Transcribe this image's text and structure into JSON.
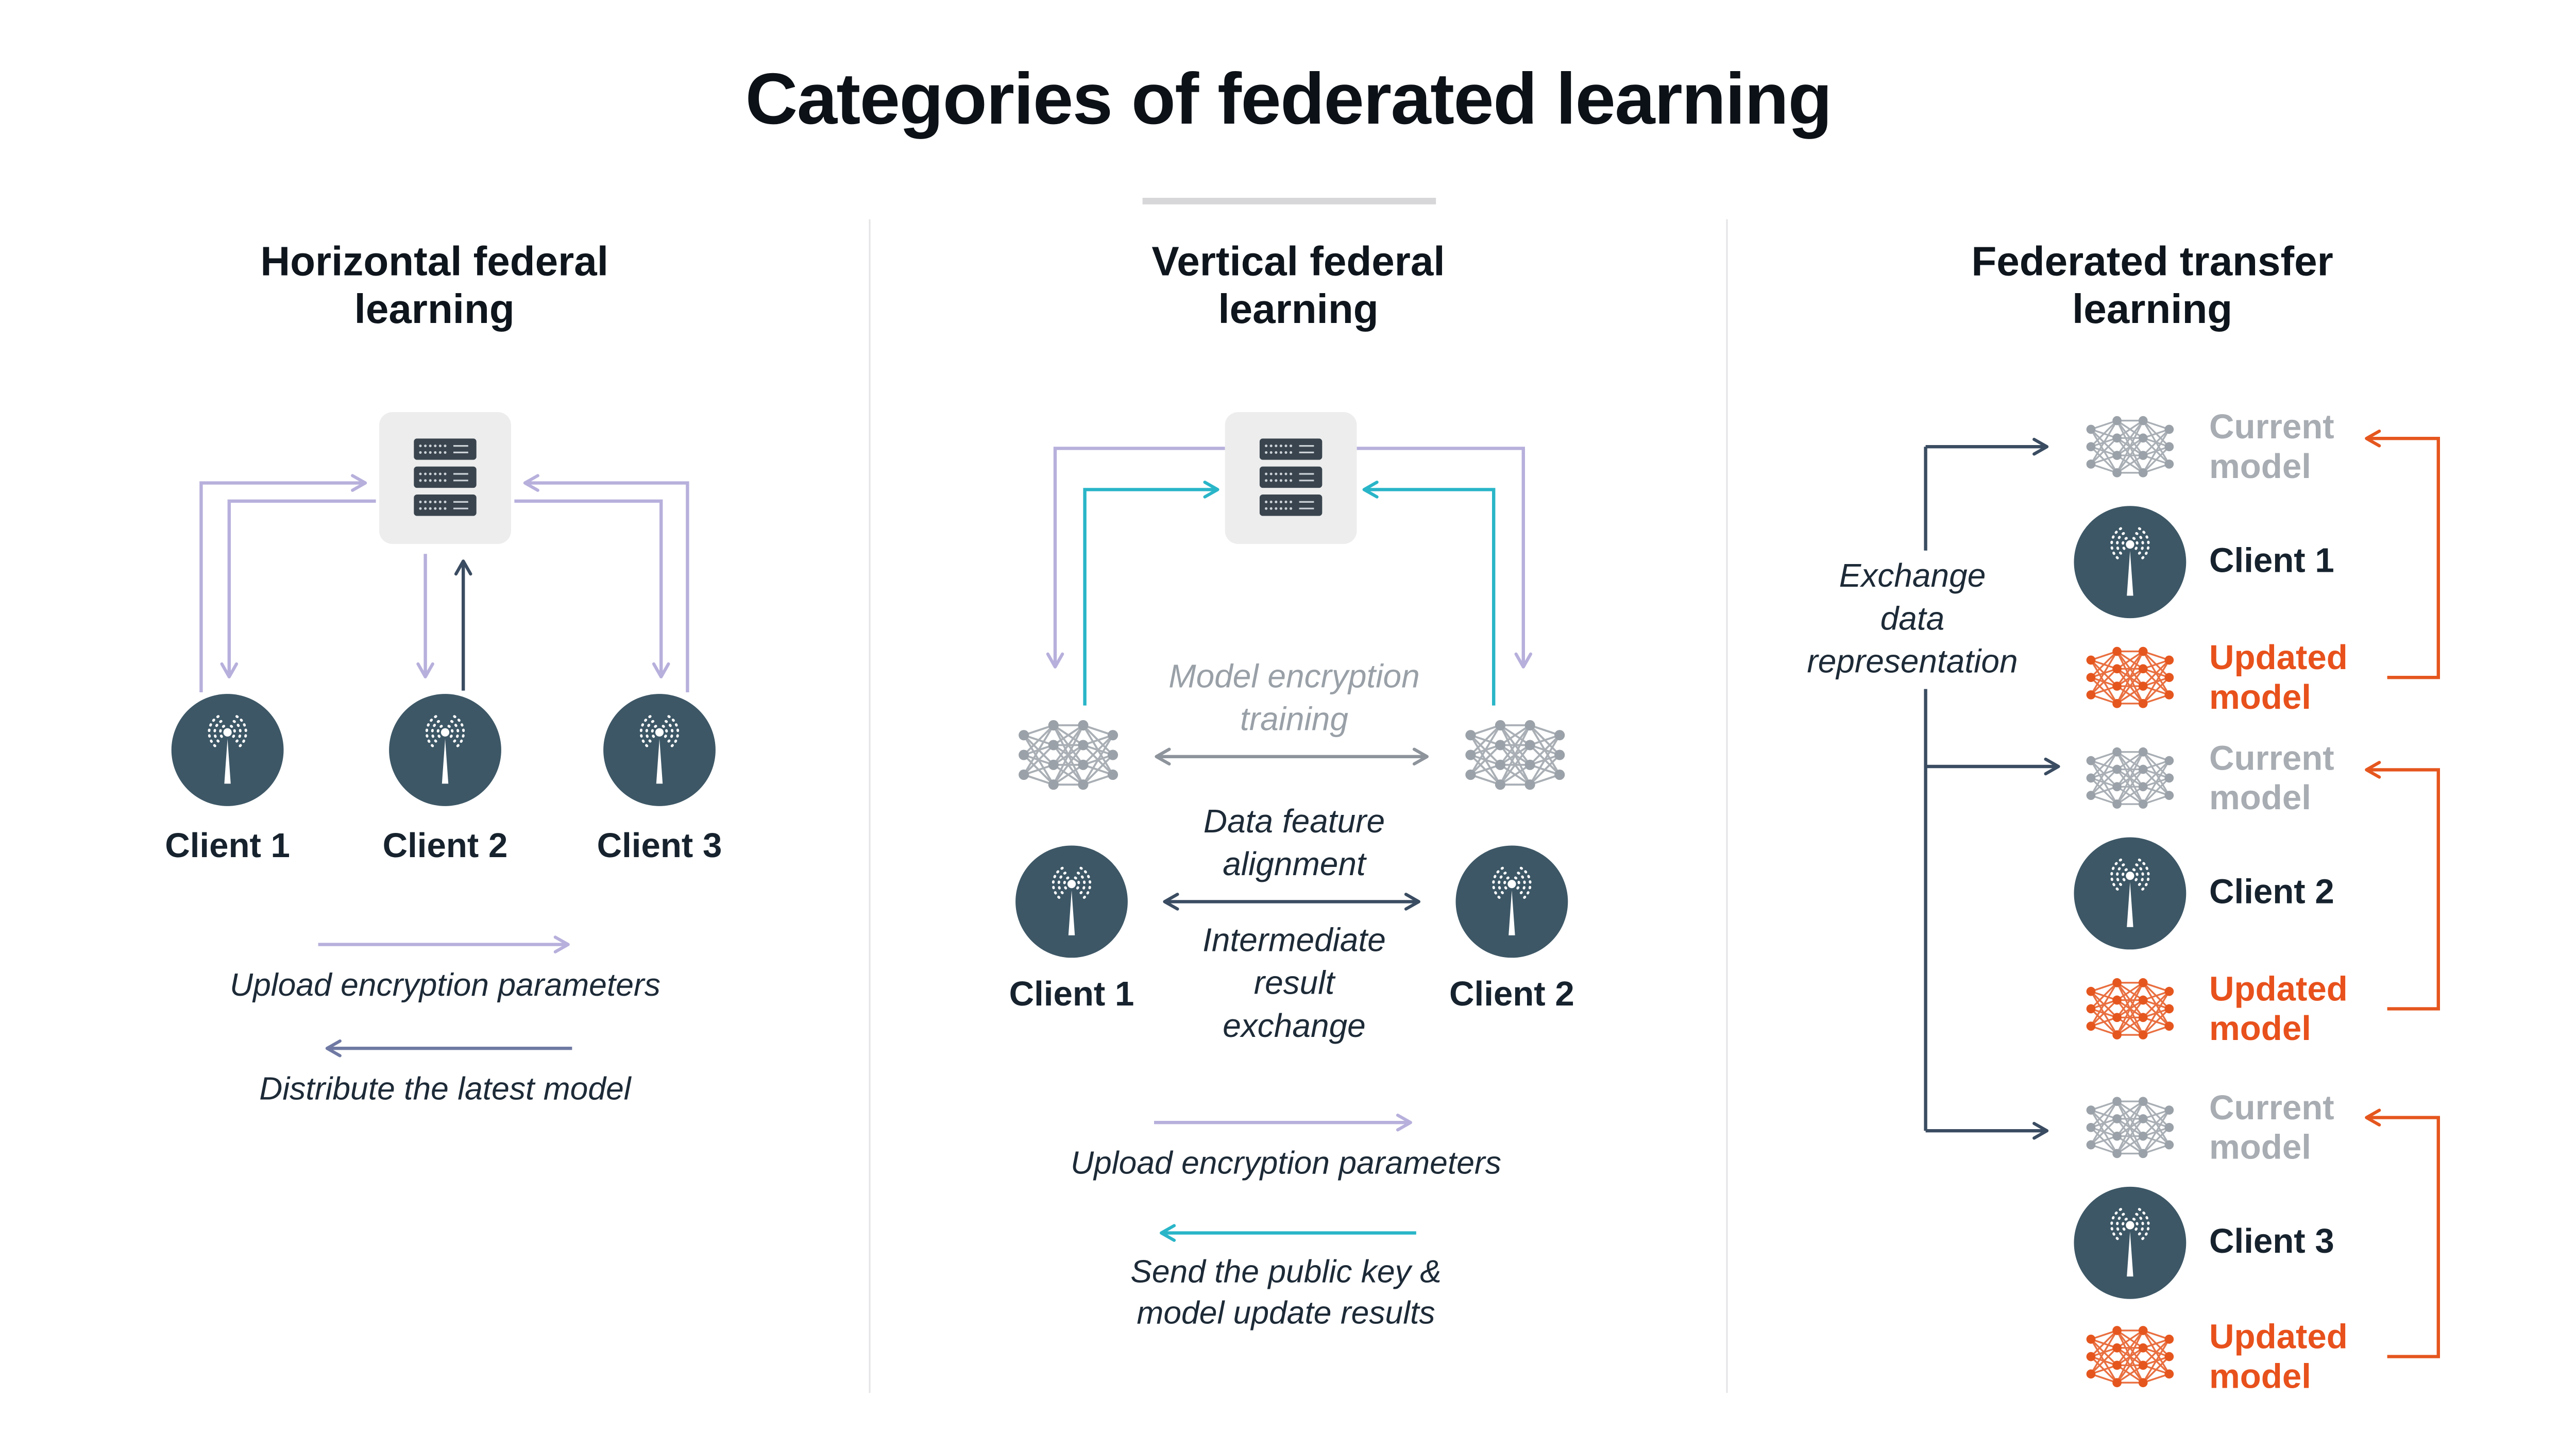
{
  "title": "Categories of federated learning",
  "panels": {
    "horizontal": {
      "heading": "Horizontal federal learning",
      "clients": [
        "Client 1",
        "Client 2",
        "Client 3"
      ],
      "legend": {
        "upload": "Upload encryption parameters",
        "distribute": "Distribute the latest model"
      }
    },
    "vertical": {
      "heading": "Vertical federal learning",
      "model_encryption_training": "Model encryption training",
      "data_feature_alignment": "Data feature alignment",
      "intermediate_result_exchange": "Intermediate result exchange",
      "clients": [
        "Client 1",
        "Client 2"
      ],
      "legend": {
        "upload": "Upload encryption parameters",
        "send_key": "Send the public key & model update results"
      }
    },
    "transfer": {
      "heading": "Federated transfer learning",
      "exchange_data_representation": "Exchange data representation",
      "groups": [
        {
          "current_model": "Current model",
          "client": "Client 1",
          "updated_model": "Updated model"
        },
        {
          "current_model": "Current model",
          "client": "Client 2",
          "updated_model": "Updated model"
        },
        {
          "current_model": "Current model",
          "client": "Client 3",
          "updated_model": "Updated model"
        }
      ]
    }
  },
  "icons": {
    "server": "server-rack-icon",
    "client": "broadcast-antenna-icon",
    "model": "neural-network-icon"
  },
  "colors": {
    "client_circle": "#3d5766",
    "upload_arrow": "#b7b0dc",
    "distribute_arrow": "#6f79a3",
    "dark_arrow": "#3a4c61",
    "teal_arrow": "#29b5c8",
    "gray_arrow": "#8e949b",
    "orange": "#e5561e",
    "current_model_text": "#a8adb3",
    "updated_model_text": "#e8511c"
  }
}
